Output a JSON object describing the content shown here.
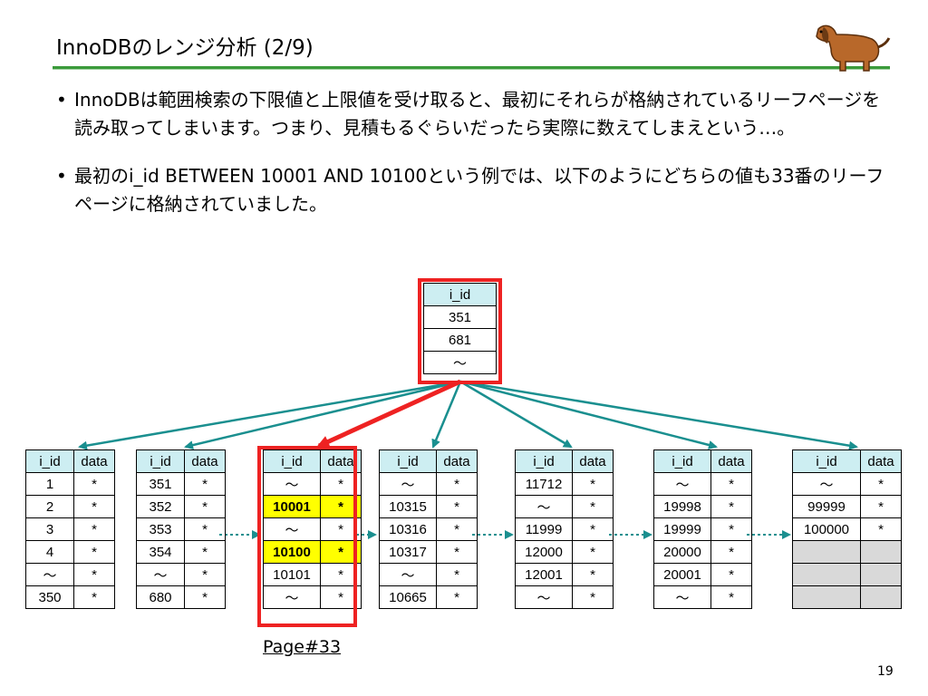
{
  "slide": {
    "title": "InnoDBのレンジ分析 (2/9)",
    "page_number": "19",
    "bullets": [
      "InnoDBは範囲検索の下限値と上限値を受け取ると、最初にそれらが格納されているリーフページを読み取ってしまいます。つまり、見積もるぐらいだったら実際に数えてしまえという…。",
      "最初のi_id BETWEEN 10001 AND 10100という例では、以下のようにどちらの値も33番のリーフページに格納されていました。"
    ],
    "bullet_marker": "•"
  },
  "diagram": {
    "root": {
      "header": "i_id",
      "rows": [
        "351",
        "681",
        "～"
      ]
    },
    "headers": {
      "id": "i_id",
      "data": "data"
    },
    "leaves": [
      {
        "rows": [
          [
            "1",
            "*"
          ],
          [
            "2",
            "*"
          ],
          [
            "3",
            "*"
          ],
          [
            "4",
            "*"
          ],
          [
            "～",
            "*"
          ],
          [
            "350",
            "*"
          ]
        ]
      },
      {
        "rows": [
          [
            "351",
            "*"
          ],
          [
            "352",
            "*"
          ],
          [
            "353",
            "*"
          ],
          [
            "354",
            "*"
          ],
          [
            "～",
            "*"
          ],
          [
            "680",
            "*"
          ]
        ]
      },
      {
        "rows": [
          [
            "～",
            "*"
          ],
          [
            "10001",
            "*"
          ],
          [
            "～",
            "*"
          ],
          [
            "10100",
            "*"
          ],
          [
            "10101",
            "*"
          ],
          [
            "～",
            "*"
          ]
        ],
        "highlight_rows": [
          1,
          3
        ]
      },
      {
        "rows": [
          [
            "～",
            "*"
          ],
          [
            "10315",
            "*"
          ],
          [
            "10316",
            "*"
          ],
          [
            "10317",
            "*"
          ],
          [
            "～",
            "*"
          ],
          [
            "10665",
            "*"
          ]
        ]
      },
      {
        "rows": [
          [
            "11712",
            "*"
          ],
          [
            "～",
            "*"
          ],
          [
            "11999",
            "*"
          ],
          [
            "12000",
            "*"
          ],
          [
            "12001",
            "*"
          ],
          [
            "～",
            "*"
          ]
        ]
      },
      {
        "rows": [
          [
            "～",
            "*"
          ],
          [
            "19998",
            "*"
          ],
          [
            "19999",
            "*"
          ],
          [
            "20000",
            "*"
          ],
          [
            "20001",
            "*"
          ],
          [
            "～",
            "*"
          ]
        ]
      },
      {
        "rows": [
          [
            "～",
            "*"
          ],
          [
            "99999",
            "*"
          ],
          [
            "100000",
            "*"
          ],
          [
            "",
            ""
          ],
          [
            "",
            ""
          ],
          [
            "",
            ""
          ]
        ],
        "gray_rows": [
          3,
          4,
          5
        ]
      }
    ],
    "page_label": "Page#33",
    "colors": {
      "arrow": "#1a8f8f",
      "highlight_arrow": "#ee2222",
      "header_fill": "#cdeef2",
      "highlight_fill": "#ffff00",
      "empty_fill": "#d9d9d9"
    }
  }
}
